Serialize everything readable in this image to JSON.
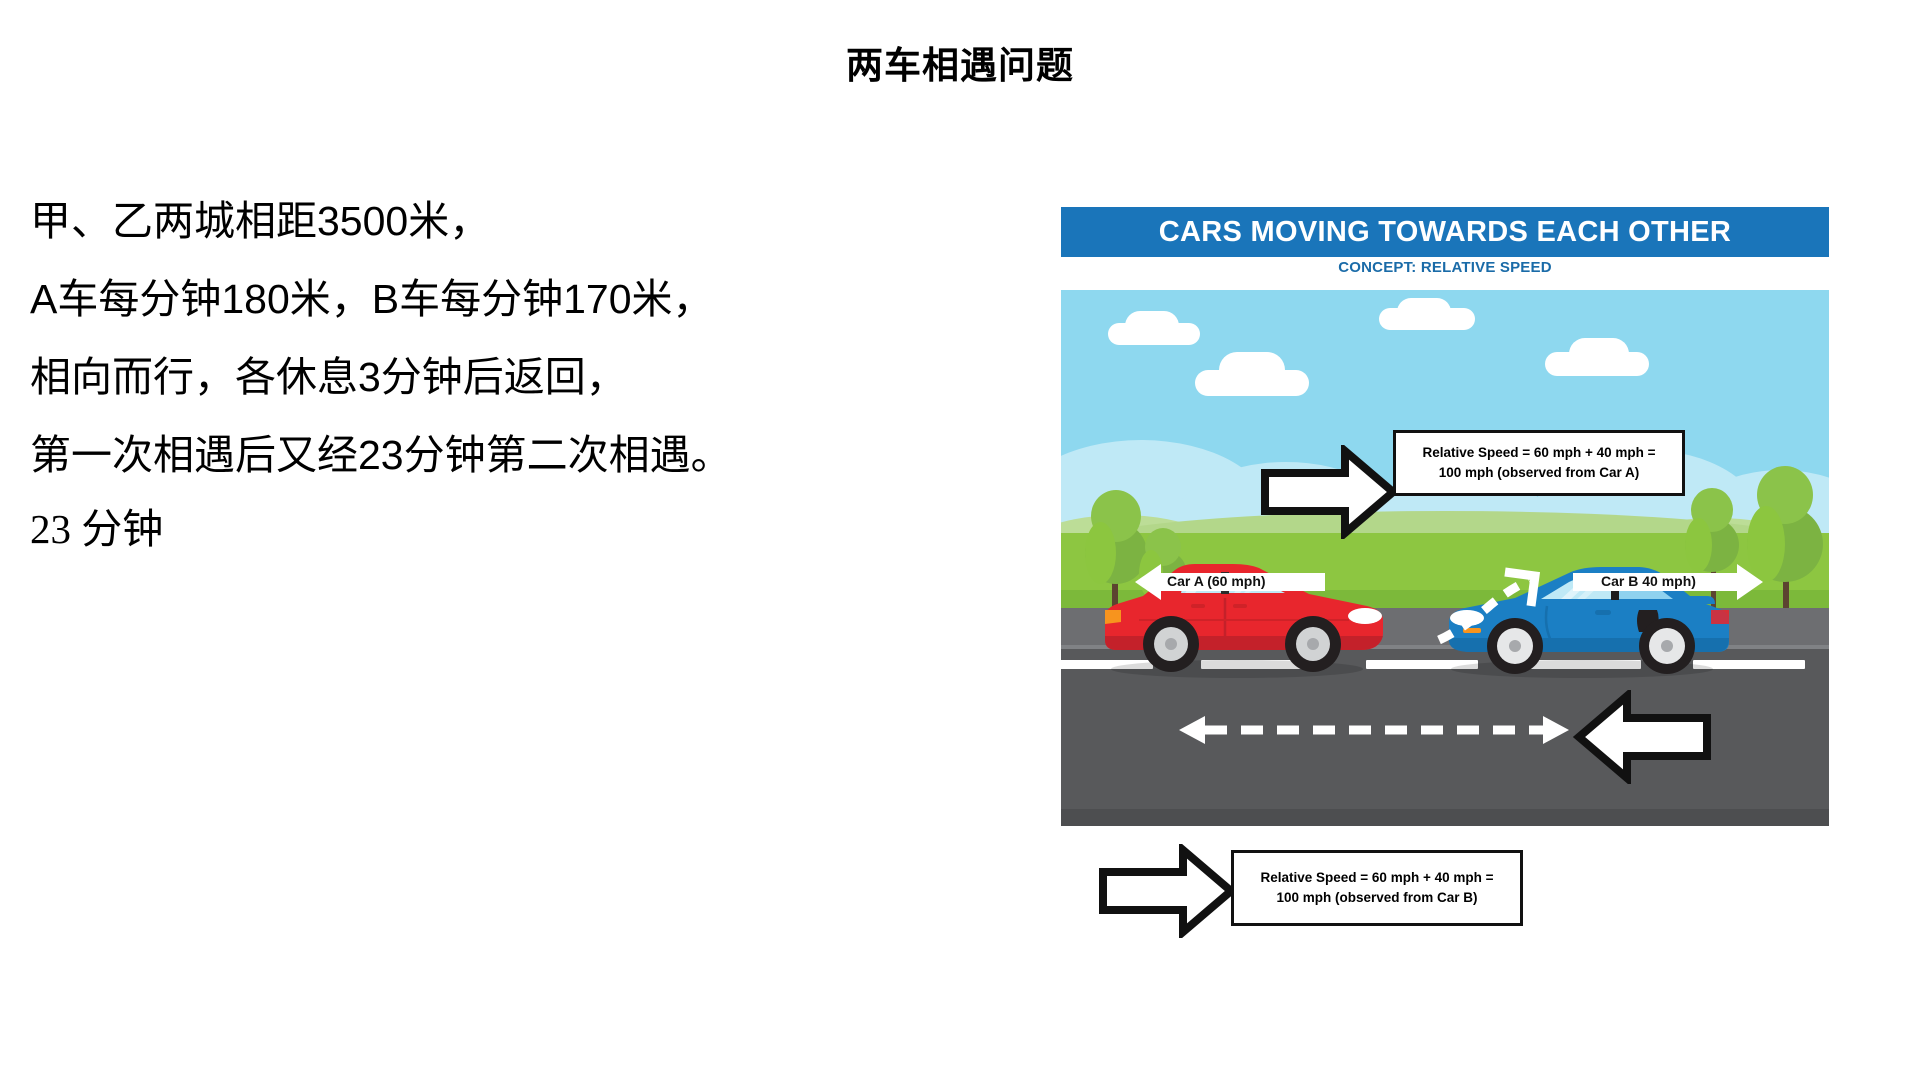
{
  "slide": {
    "title": "两车相遇问题",
    "problem_lines": [
      "甲、乙两城相距3500米，",
      "A车每分钟180米，B车每分钟170米，",
      "相向而行，各休息3分钟后返回，",
      "第一次相遇后又经23分钟第二次相遇。"
    ],
    "answer": "23 分钟"
  },
  "illustration": {
    "banner_title": "CARS MOVING TOWARDS EACH OTHER",
    "subtitle": "CONCEPT: RELATIVE SPEED",
    "car_a_label": "Car A (60 mph)",
    "car_b_label": "Car B 40 mph)",
    "callout_top_line1": "Relative Speed = 60 mph + 40 mph =",
    "callout_top_line2": "100 mph (observed from Car A)",
    "callout_bottom_line1": "Relative Speed = 60 mph + 40 mph =",
    "callout_bottom_line2": "100 mph (observed from Car B)",
    "colors": {
      "banner_blue": "#1a75ba",
      "subtitle_blue": "#1a6ba8",
      "sky": "#8ed8ef",
      "grass": "#8dc641",
      "road": "#58595b",
      "car_a_red": "#e8262d",
      "car_b_blue": "#1b7fc4"
    }
  }
}
